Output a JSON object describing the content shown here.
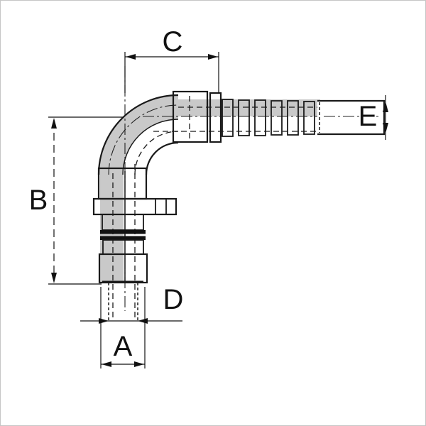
{
  "figure": {
    "kind": "technical-drawing",
    "colors": {
      "line": "#1a1a1a",
      "metal_shade": "#c9c9c9",
      "dimension": "#111111",
      "frame": "#c6c6c6",
      "background": "#ffffff"
    },
    "labels": {
      "a": "A",
      "b": "B",
      "c": "C",
      "d": "D",
      "e": "E"
    }
  }
}
